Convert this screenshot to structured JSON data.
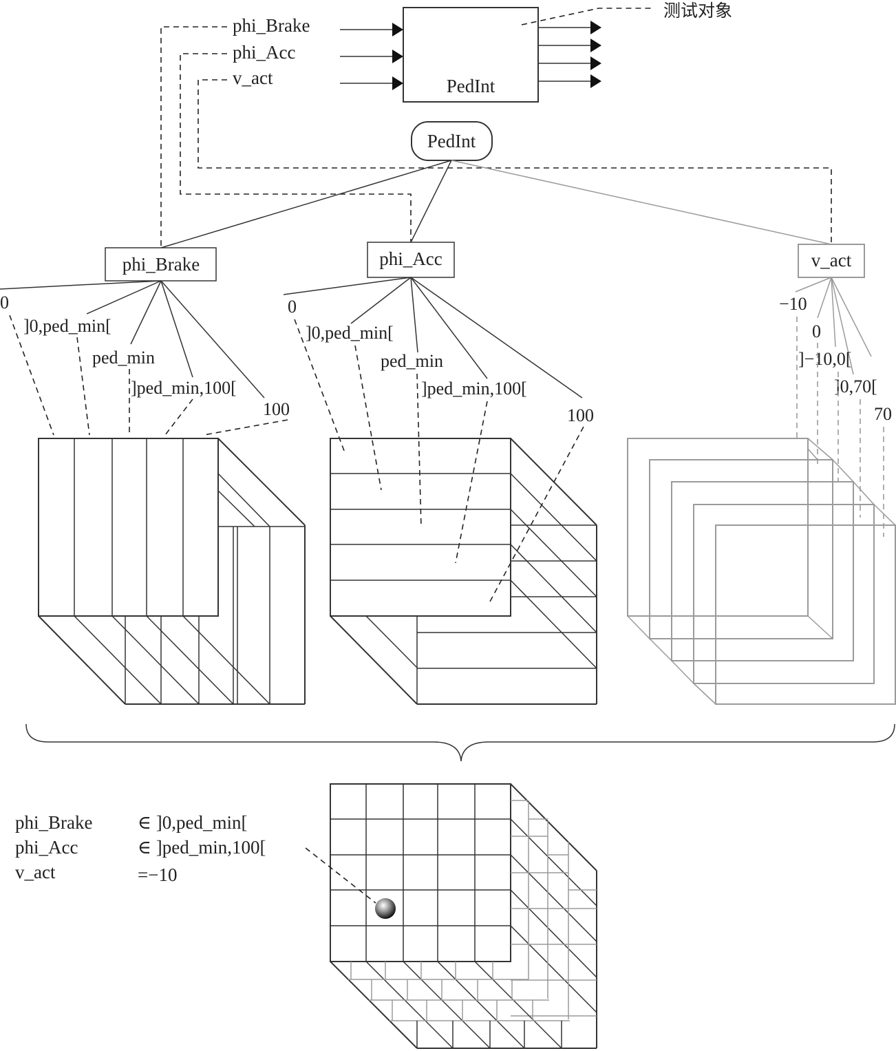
{
  "block": {
    "name": "PedInt",
    "annotation": "测试对象",
    "inputs": [
      "phi_Brake",
      "phi_Acc",
      "v_act"
    ]
  },
  "tree": {
    "root": "PedInt",
    "classifications": [
      {
        "name": "phi_Brake",
        "classes": [
          "0",
          "]0,ped_min[",
          "ped_min",
          "]ped_min,100[",
          "100"
        ]
      },
      {
        "name": "phi_Acc",
        "classes": [
          "0",
          "]0,ped_min[",
          "ped_min",
          "]ped_min,100[",
          "100"
        ]
      },
      {
        "name": "v_act",
        "classes": [
          "−10",
          "0",
          "]−10,0[",
          "]0,70[",
          "70"
        ]
      }
    ]
  },
  "result": {
    "rows": [
      {
        "name": "phi_Brake",
        "value": "∈ ]0,ped_min["
      },
      {
        "name": "phi_Acc",
        "value": "∈ ]ped_min,100["
      },
      {
        "name": "v_act",
        "value": "=−10"
      }
    ]
  },
  "colors": {
    "dark": "#333333",
    "gray": "#9a9a9a"
  }
}
